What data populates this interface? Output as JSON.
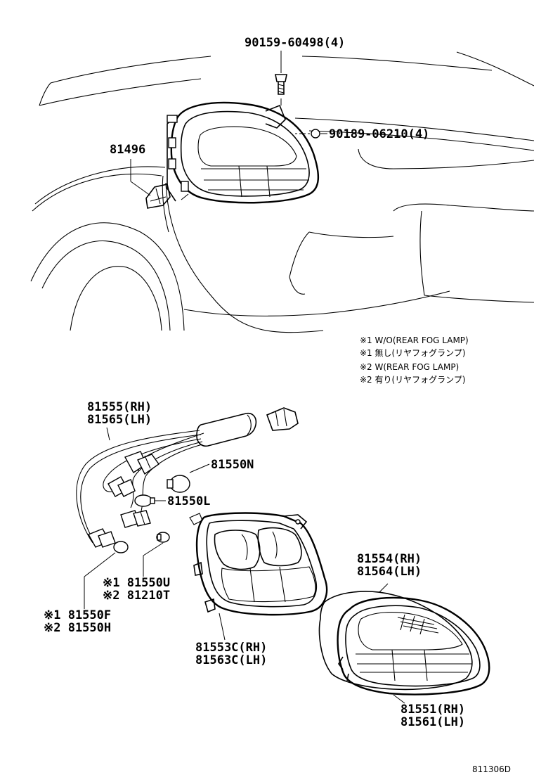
{
  "labels": {
    "screw": "90159-60498(4)",
    "nut": "90189-06210(4)",
    "cover": "81496",
    "socket_rh": "81555(RH)",
    "socket_lh": "81565(LH)",
    "bulb_n": "81550N",
    "bulb_l": "81550L",
    "bulb_u": "※1 81550U",
    "bulb_t": "※2 81210T",
    "bulb_f": "※1 81550F",
    "bulb_h": "※2 81550H",
    "housing_rh": "81553C(RH)",
    "housing_lh": "81563C(LH)",
    "gasket_rh": "81554(RH)",
    "gasket_lh": "81564(LH)",
    "lens_rh": "81551(RH)",
    "lens_lh": "81561(LH)"
  },
  "notes": [
    "※1 W/O(REAR FOG LAMP)",
    "※1 無し(リヤフォグランプ)",
    "※2 W(REAR FOG LAMP)",
    "※2 有り(リヤフォグランプ)"
  ],
  "reference": "811306D"
}
